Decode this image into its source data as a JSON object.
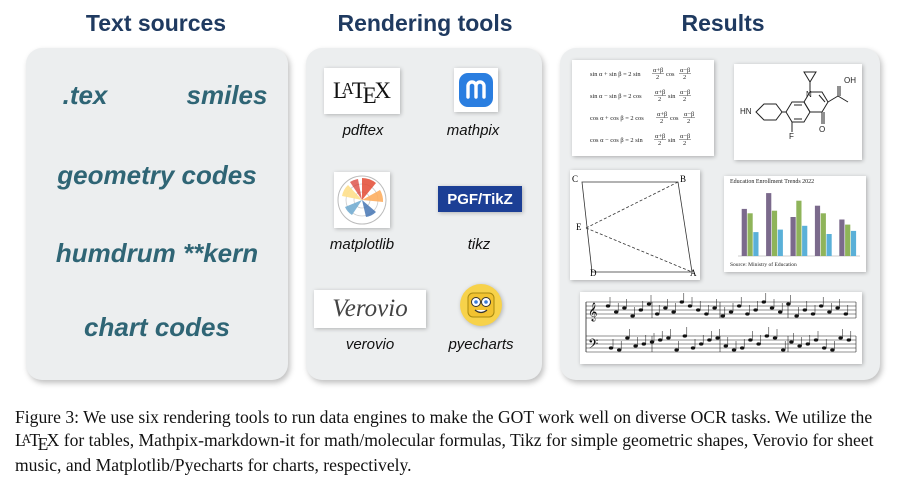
{
  "headings": {
    "sources": "Text sources",
    "tools": "Rendering tools",
    "results": "Results"
  },
  "sources": [
    ".tex",
    "smiles",
    "geometry codes",
    "humdrum **kern",
    "chart codes"
  ],
  "tools": [
    {
      "label": "pdftex",
      "logo": "LaTeX",
      "icon": "latex-logo-icon"
    },
    {
      "label": "mathpix",
      "logo": "",
      "icon": "mathpix-logo-icon"
    },
    {
      "label": "matplotlib",
      "logo": "",
      "icon": "matplotlib-logo-icon"
    },
    {
      "label": "tikz",
      "logo": "PGF/TikZ",
      "icon": "tikz-logo-icon"
    },
    {
      "label": "verovio",
      "logo": "Verovio",
      "icon": "verovio-logo-icon"
    },
    {
      "label": "pyecharts",
      "logo": "",
      "icon": "pyecharts-logo-icon"
    }
  ],
  "results": {
    "math_formulas": [
      "sin α + sin β = 2 sin (α+β)/2 cos (α−β)/2",
      "sin α − sin β = 2 cos (α+β)/2 sin (α−β)/2",
      "cos α + cos β = 2 cos (α+β)/2 cos (α−β)/2",
      "cos α − cos β = 2 sin (α+β)/2 sin (α−β)/2"
    ],
    "molecule_labels": {
      "nh": "HN",
      "n": "N",
      "oh": "OH",
      "f": "F",
      "o": "O"
    },
    "geometry_labels": {
      "c": "C",
      "b": "B",
      "e": "E",
      "d": "D",
      "a": "A"
    },
    "bar_chart": {
      "title": "Education Enrollment Trends 2022",
      "source": "Source: Ministry of Education"
    }
  },
  "chart_data": {
    "type": "bar",
    "title": "Education Enrollment Trends 2022",
    "categories": [
      "",
      "",
      "",
      "",
      ""
    ],
    "series": [
      {
        "values": [
          75,
          100,
          62,
          80,
          58
        ]
      },
      {
        "values": [
          68,
          72,
          88,
          68,
          50
        ]
      },
      {
        "values": [
          38,
          42,
          48,
          35,
          40
        ]
      }
    ],
    "colors": [
      "#7b6a8c",
      "#8fb45a",
      "#5ab0d8"
    ],
    "ylim": [
      0,
      105
    ]
  },
  "caption": {
    "p1": "Figure 3: We use six rendering tools to run data engines to make the GOT work well on diverse OCR tasks. We utilize the ",
    "latex": "LaTeX",
    "p2": " for tables, Mathpix-markdown-it for math/molecular formulas, Tikz for simple geometric shapes, Verovio for sheet music, and Matplotlib/Pyecharts for charts, respectively."
  }
}
